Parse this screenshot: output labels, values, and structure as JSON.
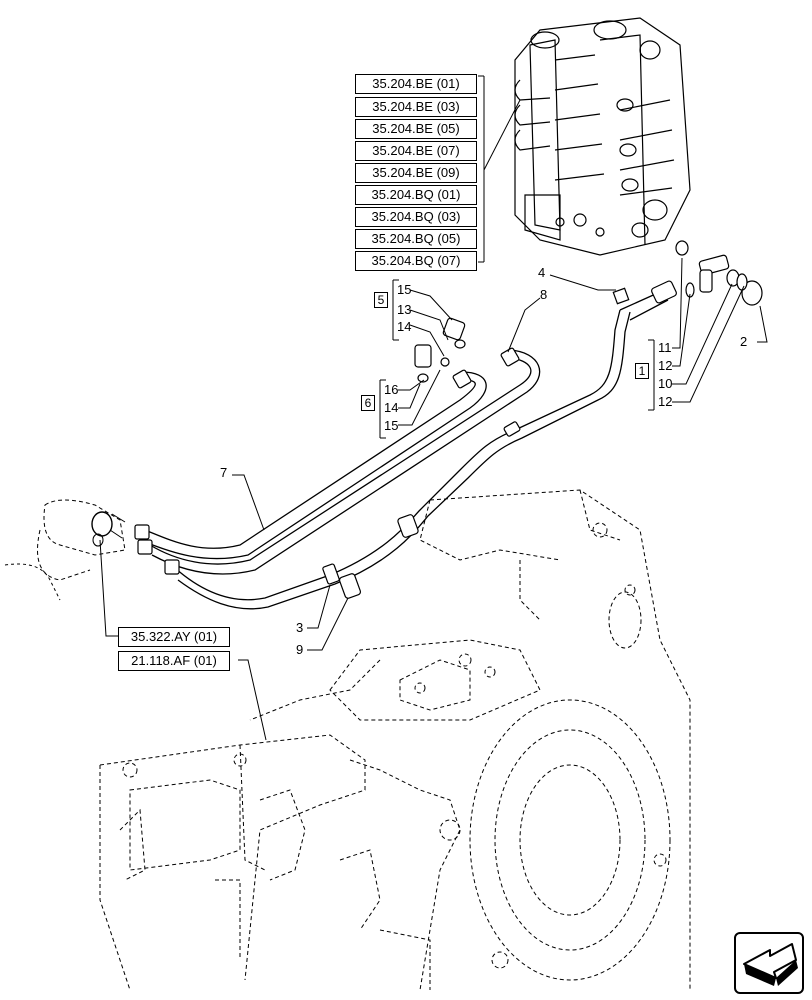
{
  "references": {
    "valve_refs": [
      "35.204.BE (01)",
      "35.204.BE (03)",
      "35.204.BE (05)",
      "35.204.BE (07)",
      "35.204.BE (09)",
      "35.204.BQ (01)",
      "35.204.BQ (03)",
      "35.204.BQ (05)",
      "35.204.BQ (07)"
    ],
    "coupler_ref": "35.322.AY (01)",
    "housing_ref": "21.118.AF (01)"
  },
  "groups": {
    "g1": "1",
    "g5": "5",
    "g6": "6"
  },
  "callouts": {
    "c2": "2",
    "c3": "3",
    "c4": "4",
    "c7": "7",
    "c8": "8",
    "c9": "9",
    "g1_items": [
      "11",
      "12",
      "10",
      "12"
    ],
    "g5_items": [
      "15",
      "13",
      "14"
    ],
    "g6_items": [
      "16",
      "14",
      "15"
    ]
  },
  "icons": {
    "nav": "next-page-arrow-icon"
  },
  "colors": {
    "line": "#000000",
    "background": "#ffffff"
  }
}
